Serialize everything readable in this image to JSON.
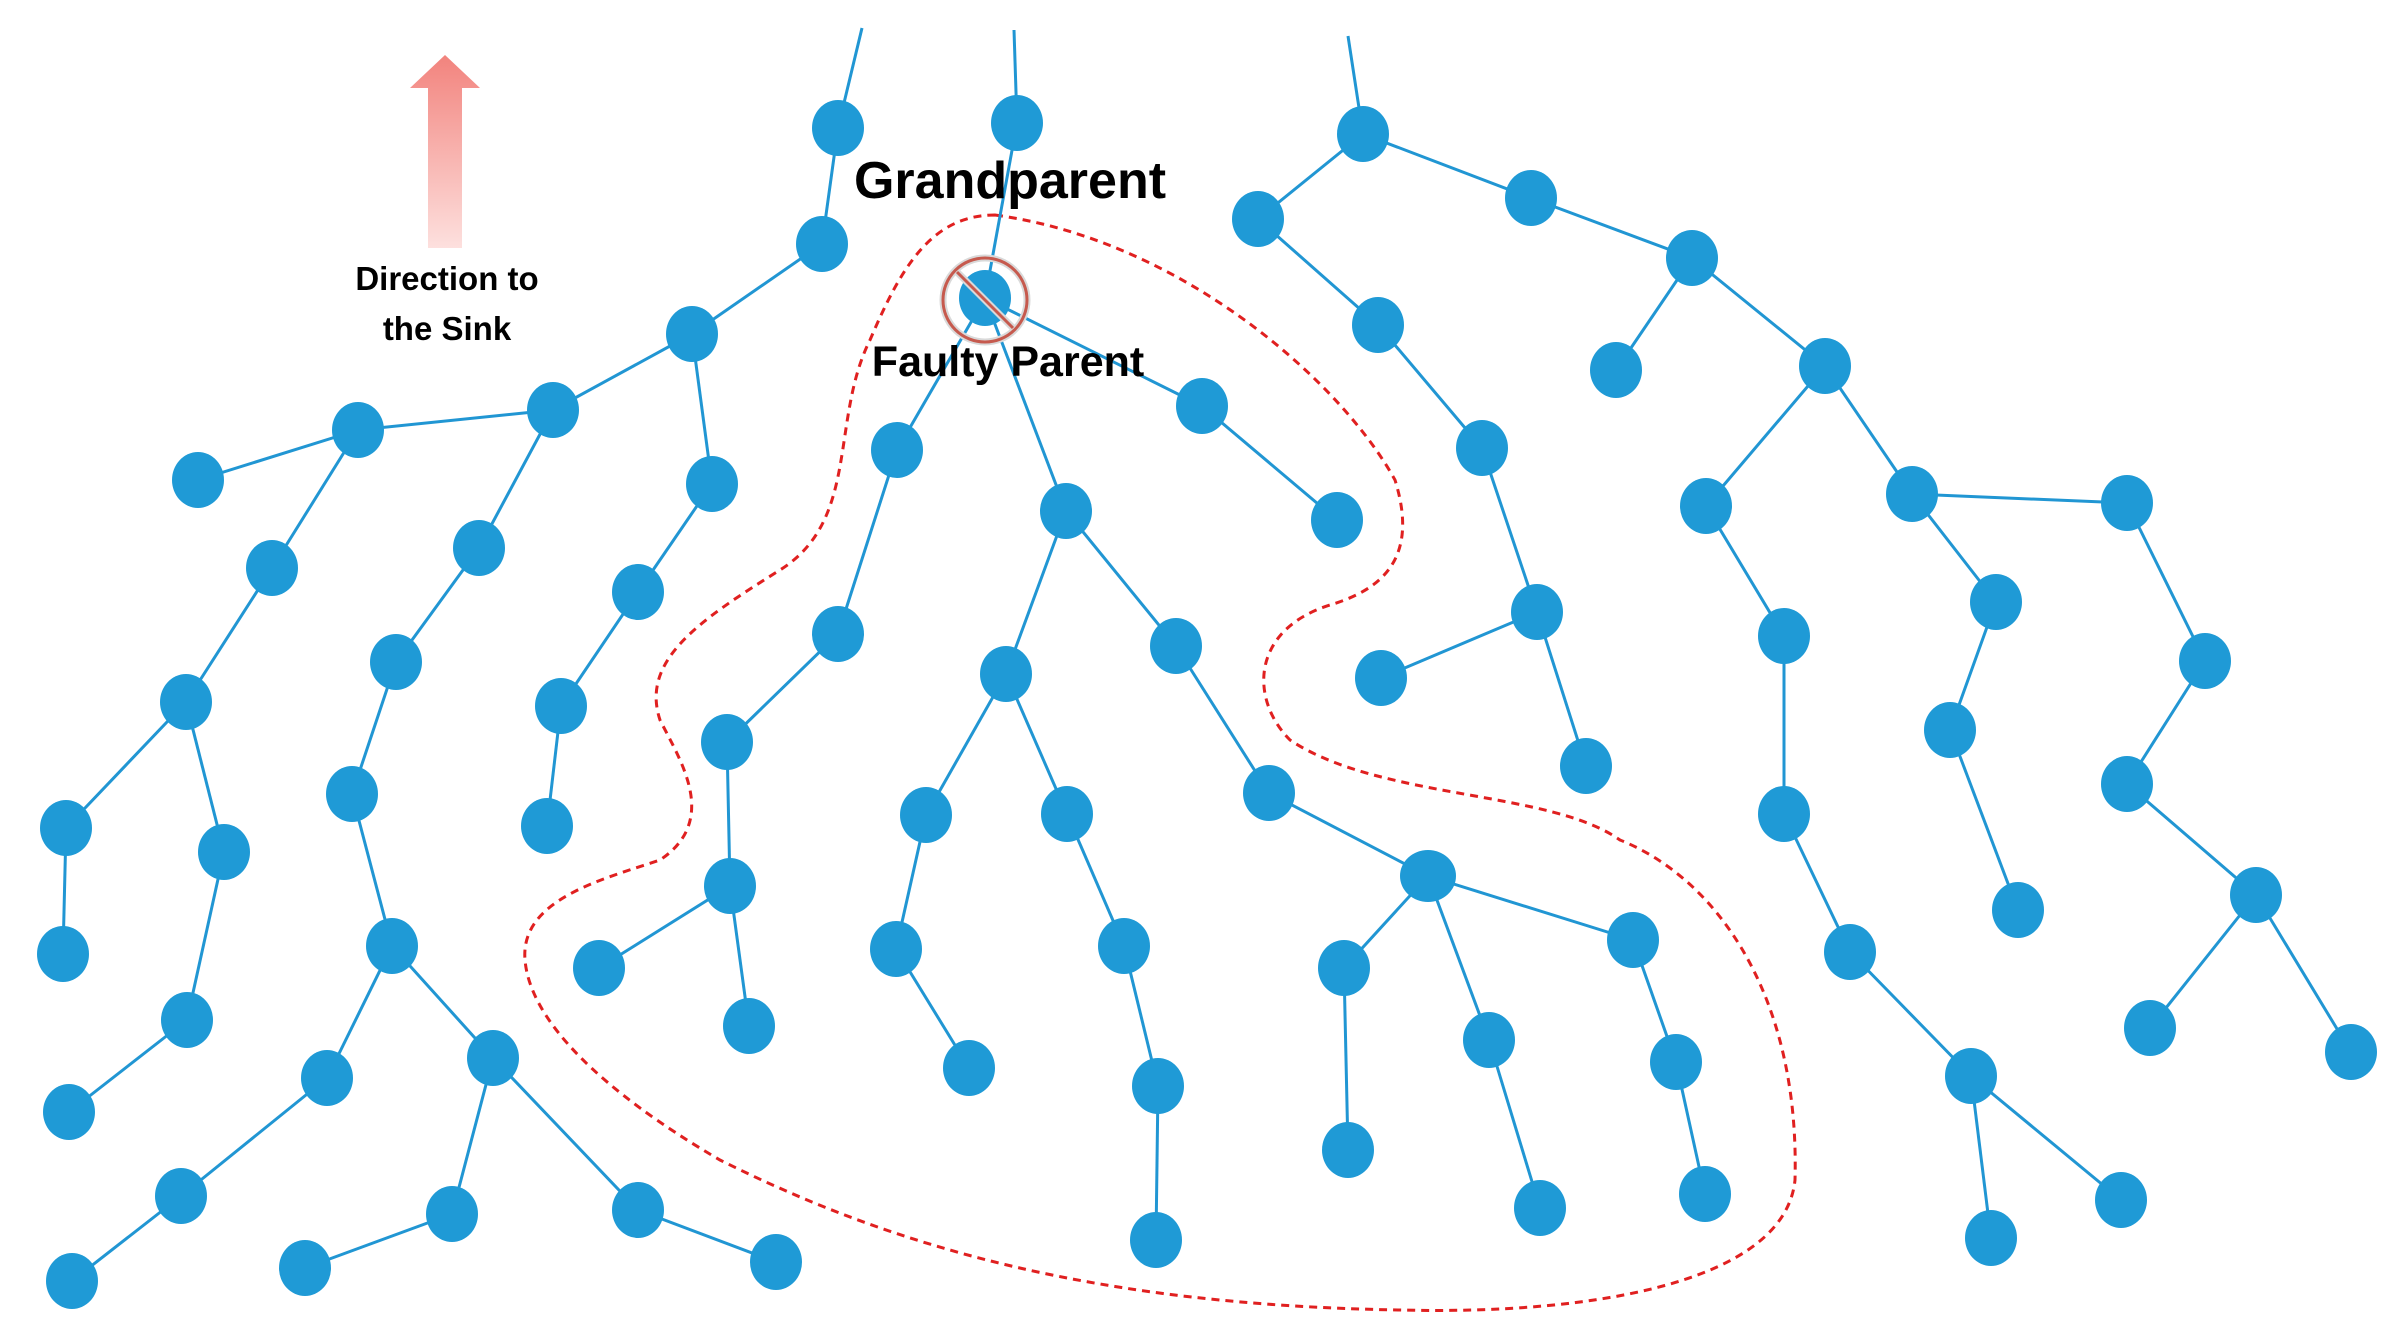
{
  "labels": {
    "grandparent": "Grandparent",
    "faulty_parent": "Faulty Parent",
    "direction_line1": "Direction to",
    "direction_line2": "the Sink"
  },
  "colors": {
    "node": "#1f9ad6",
    "edge": "#2196d3",
    "failed_region": "#e02020",
    "faulty_mark": "#c0392b",
    "arrow": "#f4a3a0"
  },
  "icons": {
    "faulty_marker": "prohibited-icon",
    "direction_arrow": "up-arrow-icon"
  }
}
